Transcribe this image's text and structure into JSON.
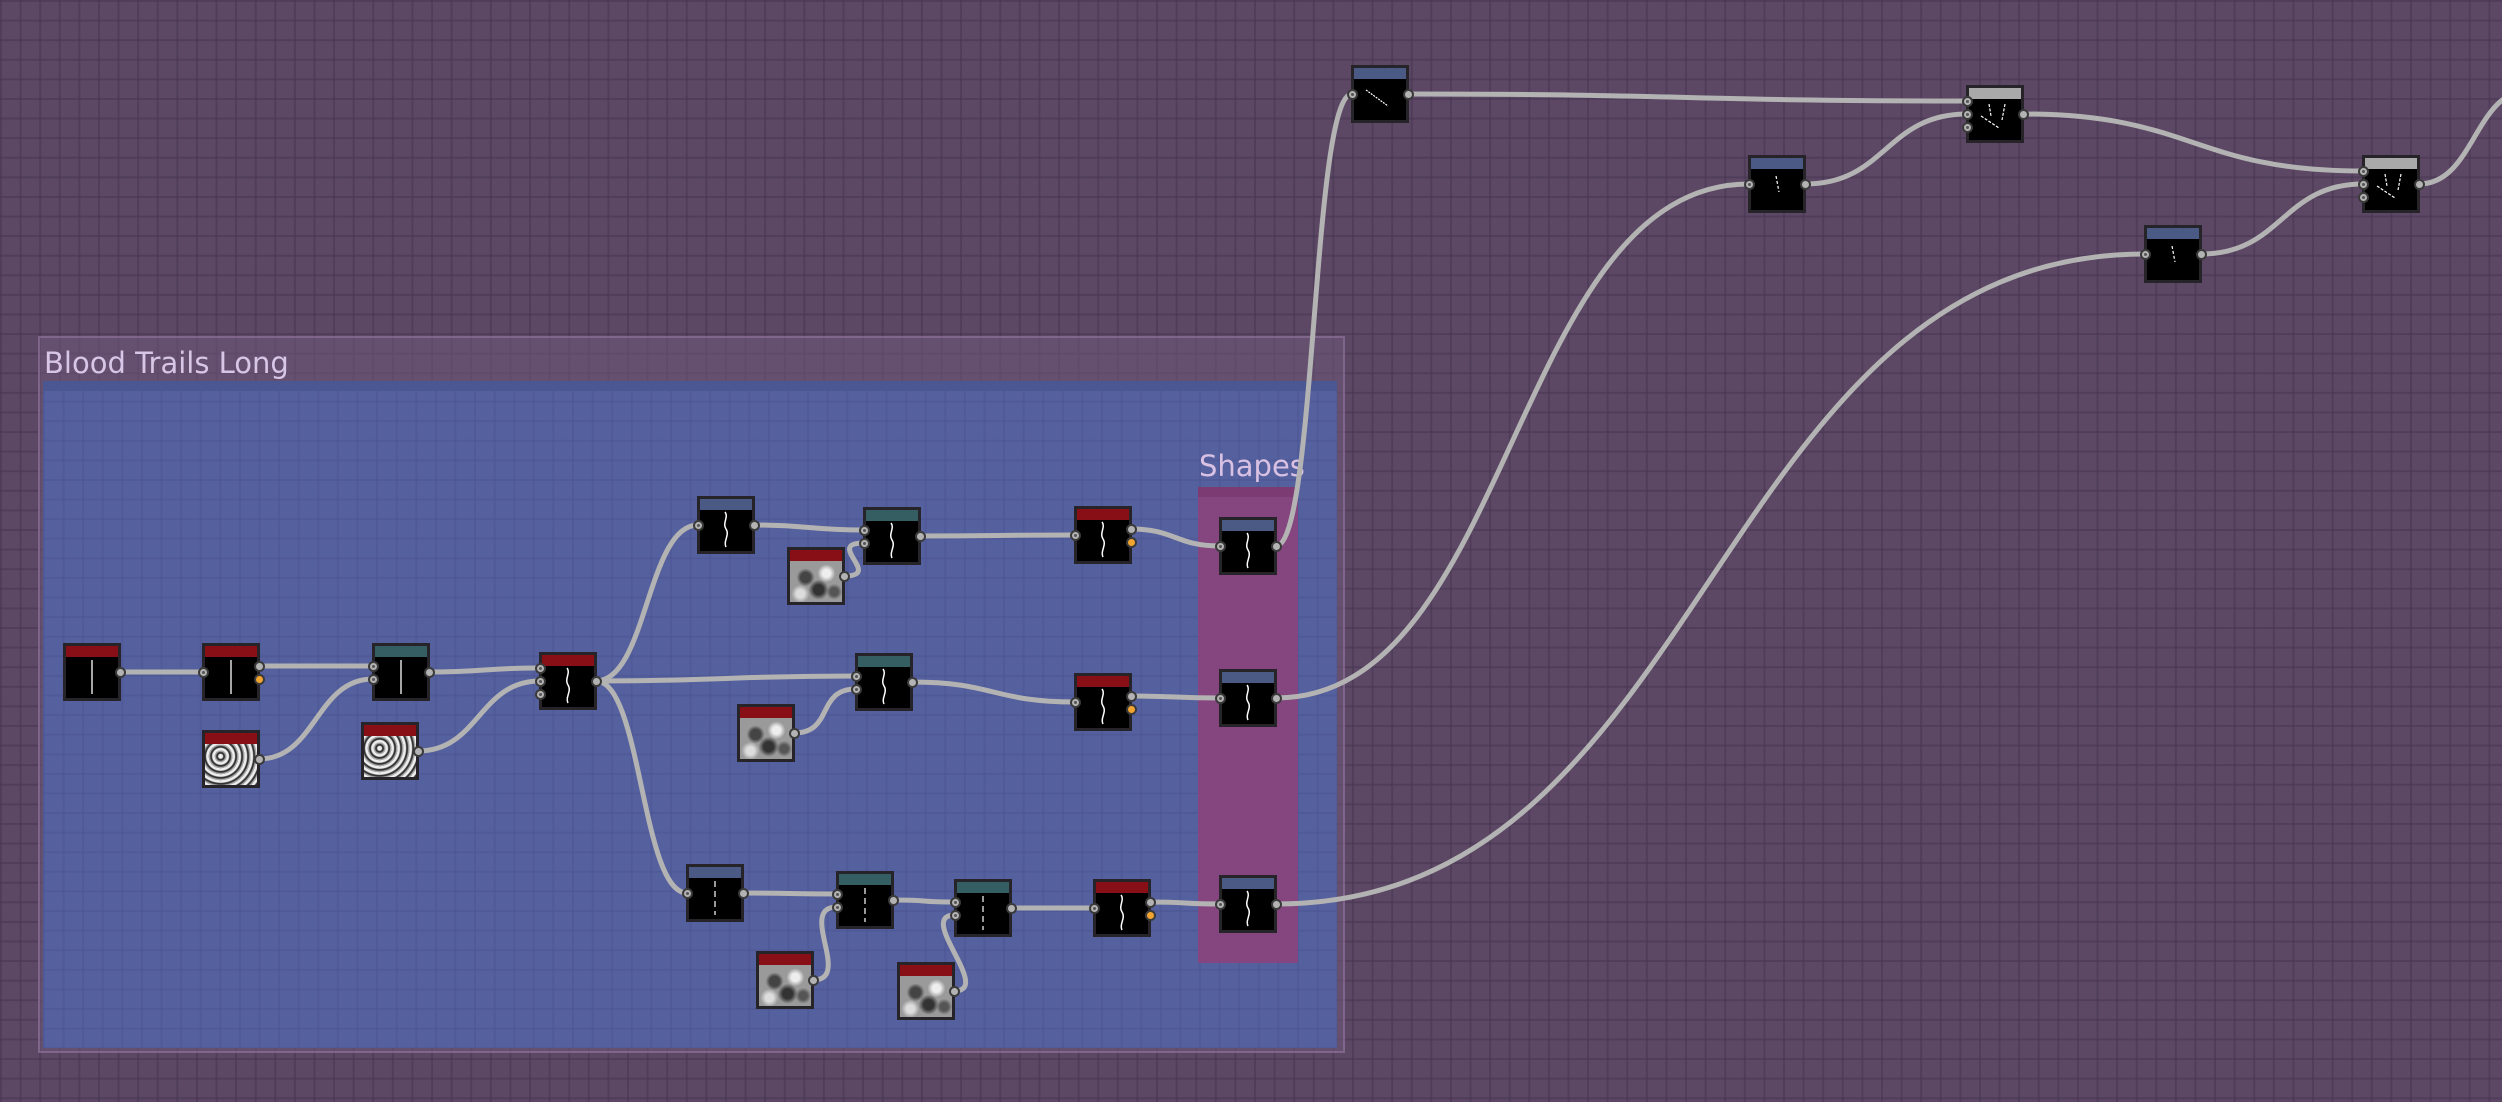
{
  "graph": {
    "background_color": "#5c4865",
    "link_color": "#b3b3b3",
    "port_active_color": "#f2a431",
    "frames": [
      {
        "id": "blood-trails-long",
        "title": "Blood Trails Long",
        "color": "#55609e"
      },
      {
        "id": "shapes",
        "title": "Shapes",
        "color": "#85457f"
      }
    ],
    "header_colors": {
      "red": "#880f15",
      "teal": "#345e62",
      "blue": "#4a5a85",
      "grey": "#a9a9a9"
    },
    "nodes": [
      {
        "id": "n1",
        "kind": "red",
        "thumb": "line-straight",
        "inputs": 0,
        "outputs": 1
      },
      {
        "id": "n2",
        "kind": "red",
        "thumb": "line-straight",
        "inputs": 1,
        "outputs": 2
      },
      {
        "id": "noise1",
        "kind": "red",
        "thumb": "noise-fine",
        "inputs": 0,
        "outputs": 1
      },
      {
        "id": "n3",
        "kind": "teal",
        "thumb": "line-straight",
        "inputs": 2,
        "outputs": 1
      },
      {
        "id": "noise2",
        "kind": "red",
        "thumb": "noise-fine",
        "inputs": 0,
        "outputs": 1
      },
      {
        "id": "n4",
        "kind": "red",
        "thumb": "line-wavy",
        "inputs": 3,
        "outputs": 1
      },
      {
        "id": "n5",
        "kind": "blue",
        "thumb": "line-wavy",
        "inputs": 1,
        "outputs": 1
      },
      {
        "id": "noise3",
        "kind": "red",
        "thumb": "noise-soft",
        "inputs": 0,
        "outputs": 1
      },
      {
        "id": "n6",
        "kind": "teal",
        "thumb": "line-wavy",
        "inputs": 2,
        "outputs": 1
      },
      {
        "id": "n7",
        "kind": "red",
        "thumb": "line-wavy",
        "inputs": 1,
        "outputs": 2
      },
      {
        "id": "shape1",
        "kind": "blue",
        "thumb": "line-wavy",
        "inputs": 1,
        "outputs": 1
      },
      {
        "id": "noise4",
        "kind": "red",
        "thumb": "noise-soft",
        "inputs": 0,
        "outputs": 1
      },
      {
        "id": "n8",
        "kind": "teal",
        "thumb": "line-wavy",
        "inputs": 2,
        "outputs": 1
      },
      {
        "id": "n9",
        "kind": "red",
        "thumb": "line-wavy",
        "inputs": 1,
        "outputs": 2
      },
      {
        "id": "shape2",
        "kind": "blue",
        "thumb": "line-wavy",
        "inputs": 1,
        "outputs": 1
      },
      {
        "id": "n10",
        "kind": "blue",
        "thumb": "line-dashed",
        "inputs": 1,
        "outputs": 1
      },
      {
        "id": "n11",
        "kind": "teal",
        "thumb": "line-dashed",
        "inputs": 2,
        "outputs": 1
      },
      {
        "id": "noise5",
        "kind": "red",
        "thumb": "noise-soft",
        "inputs": 0,
        "outputs": 1
      },
      {
        "id": "n12",
        "kind": "teal",
        "thumb": "line-dashed",
        "inputs": 2,
        "outputs": 1
      },
      {
        "id": "noise6",
        "kind": "red",
        "thumb": "noise-soft",
        "inputs": 0,
        "outputs": 1
      },
      {
        "id": "n13",
        "kind": "red",
        "thumb": "line-wavy",
        "inputs": 1,
        "outputs": 2
      },
      {
        "id": "shape3",
        "kind": "blue",
        "thumb": "line-wavy",
        "inputs": 1,
        "outputs": 1
      },
      {
        "id": "t1",
        "kind": "blue",
        "thumb": "line-diagonal",
        "inputs": 1,
        "outputs": 1
      },
      {
        "id": "t2",
        "kind": "blue",
        "thumb": "line-short",
        "inputs": 1,
        "outputs": 1
      },
      {
        "id": "t3",
        "kind": "grey",
        "thumb": "lines-multi",
        "inputs": 3,
        "outputs": 1
      },
      {
        "id": "t4",
        "kind": "blue",
        "thumb": "line-short",
        "inputs": 1,
        "outputs": 1
      },
      {
        "id": "t5",
        "kind": "grey",
        "thumb": "lines-multi",
        "inputs": 3,
        "outputs": 1
      }
    ],
    "links": [
      [
        "n1",
        0,
        "n2",
        0
      ],
      [
        "n2",
        0,
        "n3",
        0
      ],
      [
        "noise1",
        0,
        "n3",
        1
      ],
      [
        "n3",
        0,
        "n4",
        0
      ],
      [
        "noise2",
        0,
        "n4",
        1
      ],
      [
        "n4",
        0,
        "n5",
        0
      ],
      [
        "n5",
        0,
        "n6",
        0
      ],
      [
        "noise3",
        0,
        "n6",
        1
      ],
      [
        "n6",
        0,
        "n7",
        0
      ],
      [
        "n7",
        0,
        "shape1",
        0
      ],
      [
        "n4",
        0,
        "n8",
        0
      ],
      [
        "noise4",
        0,
        "n8",
        1
      ],
      [
        "n8",
        0,
        "n9",
        0
      ],
      [
        "n9",
        0,
        "shape2",
        0
      ],
      [
        "n4",
        0,
        "n10",
        0
      ],
      [
        "n10",
        0,
        "n11",
        0
      ],
      [
        "noise5",
        0,
        "n11",
        1
      ],
      [
        "n11",
        0,
        "n12",
        0
      ],
      [
        "noise6",
        0,
        "n12",
        1
      ],
      [
        "n12",
        0,
        "n13",
        0
      ],
      [
        "n13",
        0,
        "shape3",
        0
      ],
      [
        "shape1",
        0,
        "t1",
        0
      ],
      [
        "t1",
        0,
        "t3",
        0
      ],
      [
        "shape2",
        0,
        "t2",
        0
      ],
      [
        "t2",
        0,
        "t3",
        1
      ],
      [
        "t3",
        0,
        "t5",
        0
      ],
      [
        "shape3",
        0,
        "t4",
        0
      ],
      [
        "t4",
        0,
        "t5",
        1
      ],
      [
        "t5",
        0,
        "offscreen",
        0
      ]
    ]
  }
}
